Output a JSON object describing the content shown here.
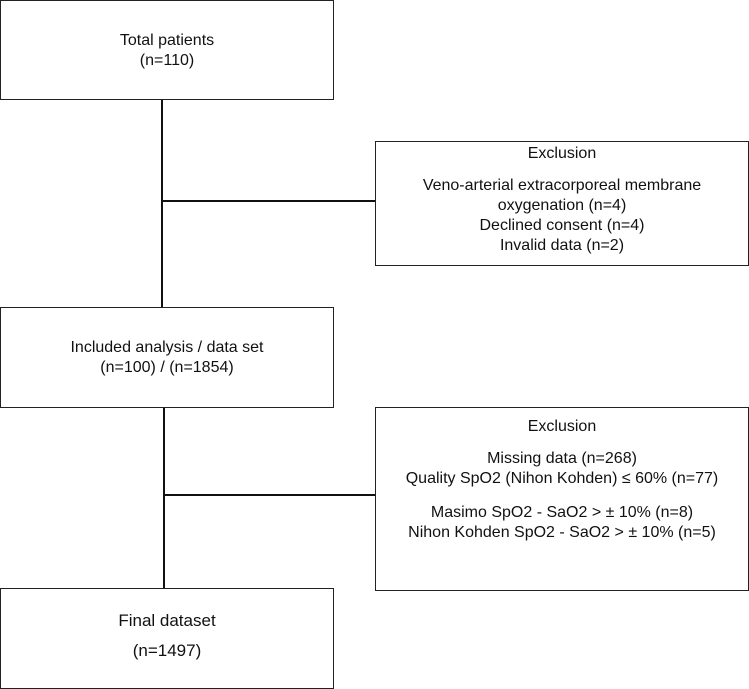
{
  "boxes": {
    "total": {
      "title": "Total patients",
      "count": "(n=110)"
    },
    "exclusion1": {
      "heading": "Exclusion",
      "lines": [
        "Veno-arterial extracorporeal membrane",
        "oxygenation (n=4)",
        "Declined consent (n=4)",
        "Invalid data (n=2)"
      ]
    },
    "included": {
      "title": "Included analysis / data set",
      "count": "(n=100) / (n=1854)"
    },
    "exclusion2": {
      "heading": "Exclusion",
      "group1": [
        "Missing data (n=268)",
        "Quality SpO2 (Nihon Kohden) ≤ 60% (n=77)"
      ],
      "group2": [
        "Masimo SpO2 - SaO2 > ± 10% (n=8)",
        "Nihon Kohden SpO2 - SaO2 > ± 10% (n=5)"
      ]
    },
    "final": {
      "title": "Final dataset",
      "count": "(n=1497)"
    }
  }
}
